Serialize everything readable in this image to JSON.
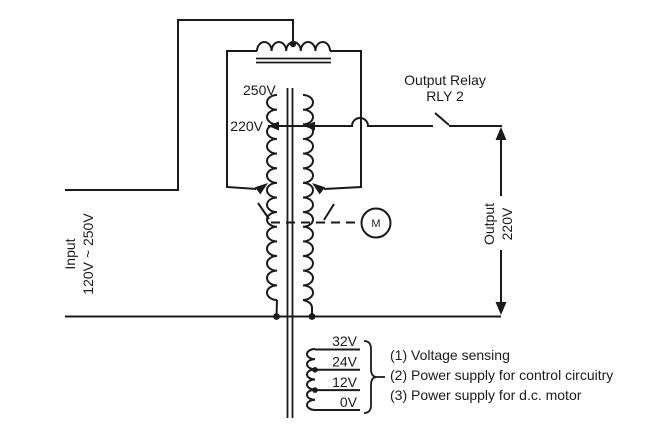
{
  "diagram": {
    "description": "Motorized variac voltage stabilizer schematic",
    "colors": {
      "ink": "#1a1a1a",
      "background": "#ffffff"
    },
    "transformer_taps": {
      "top": "250V",
      "mid": "220V"
    },
    "relay": {
      "line1": "Output Relay",
      "line2": "RLY 2"
    },
    "input": {
      "line1": "Input",
      "line2": "120V ~ 250V"
    },
    "output": {
      "line1": "Output",
      "line2": "220V"
    },
    "motor_label": "M",
    "secondary_taps": [
      "32V",
      "24V",
      "12V",
      "0V"
    ],
    "notes": [
      "(1) Voltage sensing",
      "(2) Power supply for control circuitry",
      "(3) Power supply for d.c. motor"
    ]
  }
}
